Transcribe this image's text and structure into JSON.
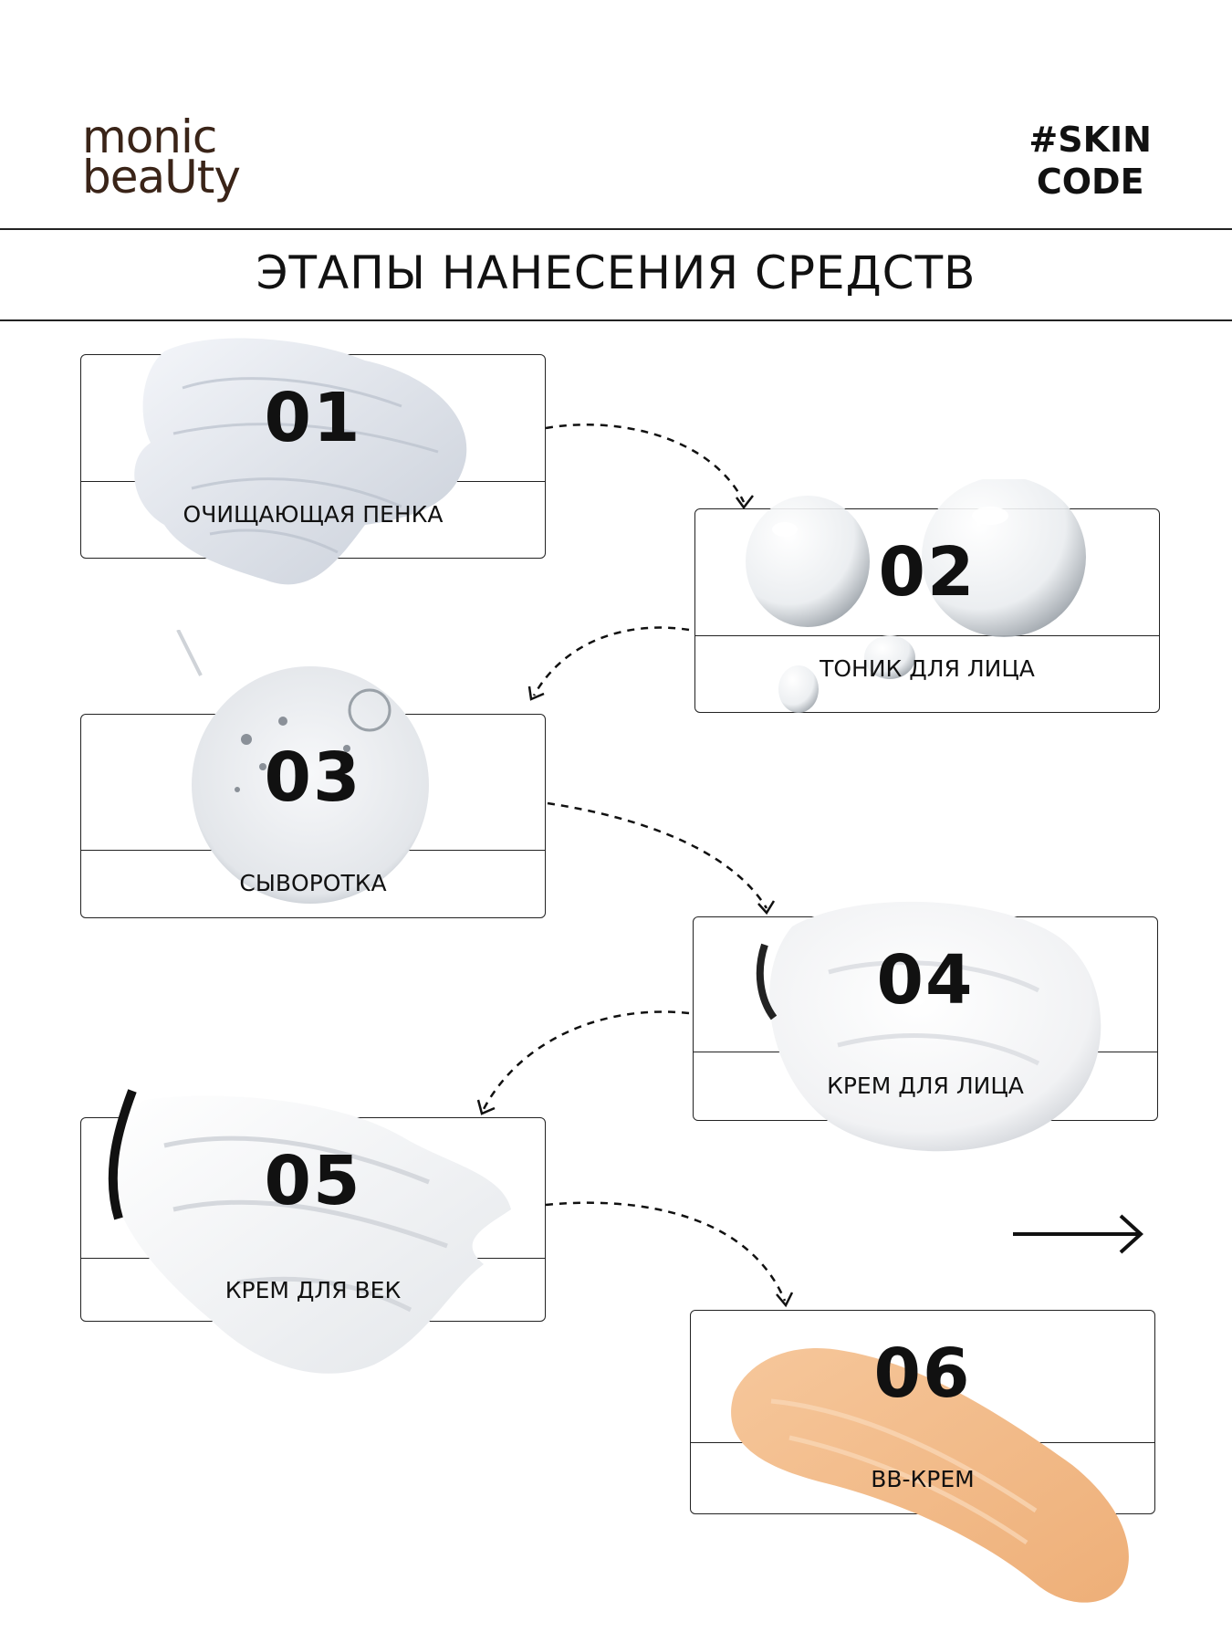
{
  "brand": {
    "line1": "monic",
    "line2": "beaUty"
  },
  "hashtag": {
    "line1": "#SKIN",
    "line2": "CODE"
  },
  "title": "ЭТАПЫ НАНЕСЕНИЯ СРЕДСТВ",
  "steps": [
    {
      "num": "01",
      "label": "ОЧИЩАЮЩАЯ ПЕНКА",
      "texture": "cleansing-foam-swatch"
    },
    {
      "num": "02",
      "label": "ТОНИК ДЛЯ ЛИЦА",
      "texture": "water-drops"
    },
    {
      "num": "03",
      "label": "СЫВОРОТКА",
      "texture": "serum-drop"
    },
    {
      "num": "04",
      "label": "КРЕМ ДЛЯ ЛИЦА",
      "texture": "face-cream-swatch"
    },
    {
      "num": "05",
      "label": "КРЕМ ДЛЯ ВЕК",
      "texture": "eye-cream-swatch"
    },
    {
      "num": "06",
      "label": "BB-КРЕМ",
      "texture": "bb-cream-swatch"
    }
  ],
  "colors": {
    "brand": "#3a2418",
    "bb_cream": "#f2b987",
    "text": "#111111"
  }
}
